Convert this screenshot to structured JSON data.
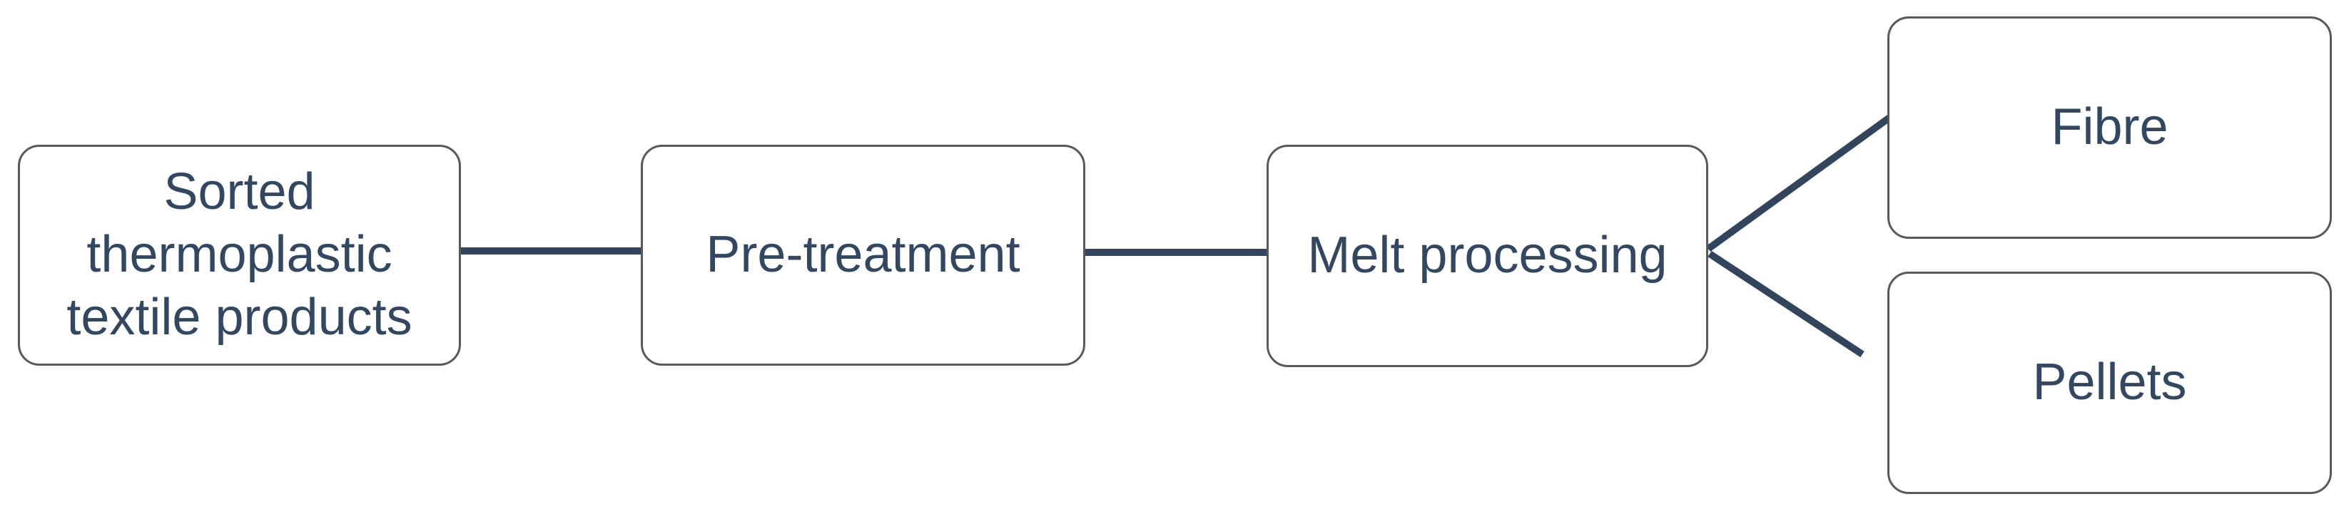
{
  "colors": {
    "text": "#334760",
    "line": "#33455C",
    "box_border": "#595959",
    "box_fill": "#FFFFFF",
    "background": "#FFFFFF"
  },
  "nodes": {
    "sorted": {
      "label": "Sorted thermoplastic textile products"
    },
    "pretreatment": {
      "label": "Pre-treatment"
    },
    "melt": {
      "label": "Melt processing"
    },
    "fibre": {
      "label": "Fibre"
    },
    "pellets": {
      "label": "Pellets"
    }
  },
  "connections": [
    {
      "from": "sorted",
      "to": "pretreatment"
    },
    {
      "from": "pretreatment",
      "to": "melt"
    },
    {
      "from": "melt",
      "to": "fibre"
    },
    {
      "from": "melt",
      "to": "pellets"
    }
  ]
}
